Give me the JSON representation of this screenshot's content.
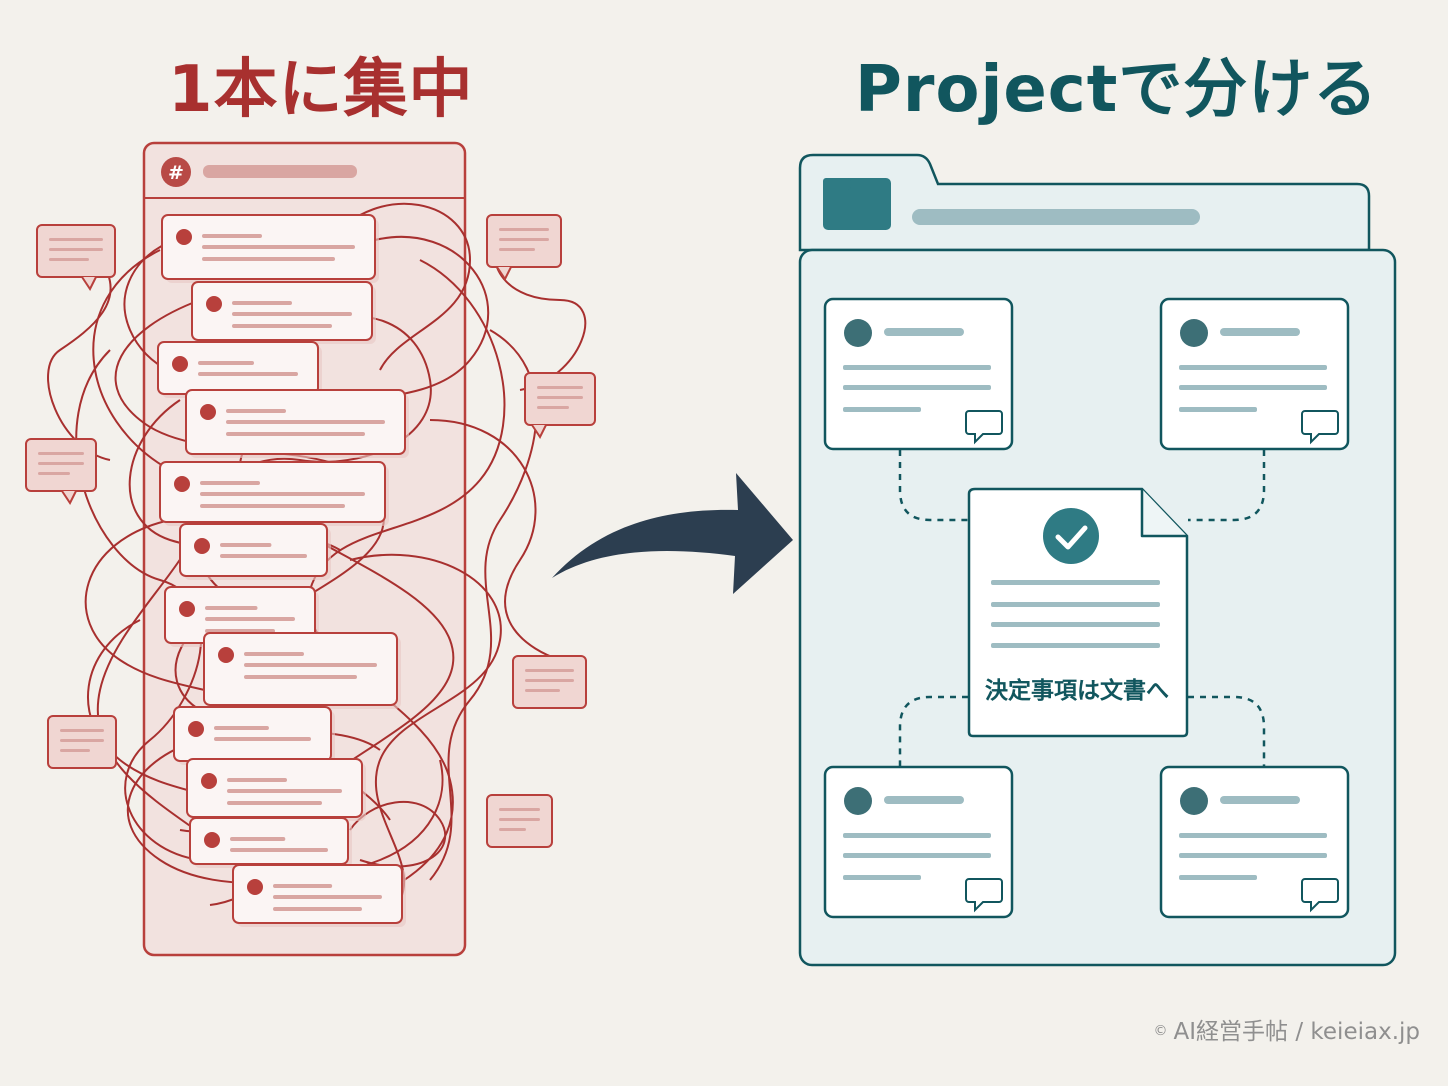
{
  "left": {
    "title": "1本に集中",
    "channel_symbol": "#"
  },
  "right": {
    "title": "Projectで分ける",
    "document_label": "決定事項は文書へ"
  },
  "footer": {
    "copyright_symbol": "©",
    "credit": "AI経営手帖 / keieiax.jp"
  },
  "colors": {
    "left_accent": "#a8302f",
    "right_accent": "#11565e",
    "arrow": "#2c3e50",
    "background": "#f3f1ec"
  },
  "icons": [
    "hash-icon",
    "folder-icon",
    "check-icon",
    "comment-icon",
    "arrow-right-icon"
  ]
}
